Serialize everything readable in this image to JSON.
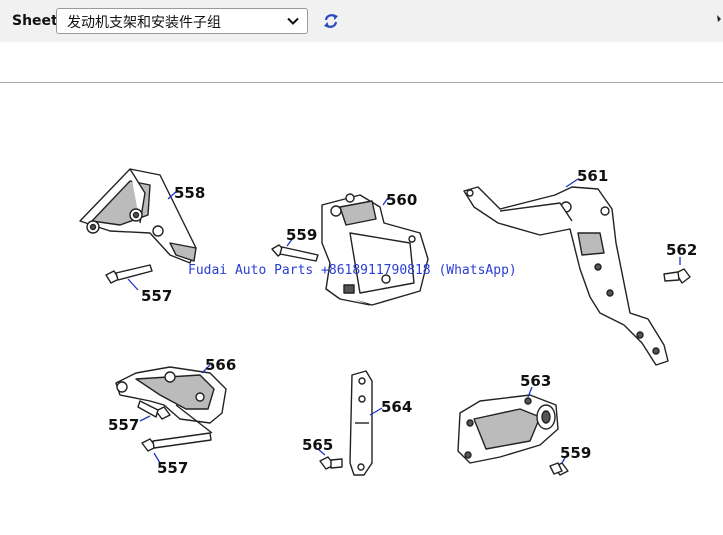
{
  "toolbar": {
    "sheet_label": "Sheet",
    "sheet_selected": "发动机支架和安装件子组"
  },
  "watermark": "Fudai Auto Parts +8618911790818 (WhatsApp)",
  "callouts": {
    "c558": "558",
    "c557a": "557",
    "c560": "560",
    "c559a": "559",
    "c561": "561",
    "c562": "562",
    "c566": "566",
    "c557b": "557",
    "c557c": "557",
    "c564": "564",
    "c565": "565",
    "c563": "563",
    "c559b": "559"
  },
  "icons": [
    "chevron-down-icon",
    "refresh-icon"
  ],
  "colors": {
    "toolbar_bg": "#f1f1f1",
    "leader": "#1f34c8",
    "watermark": "#2a3dd6"
  }
}
